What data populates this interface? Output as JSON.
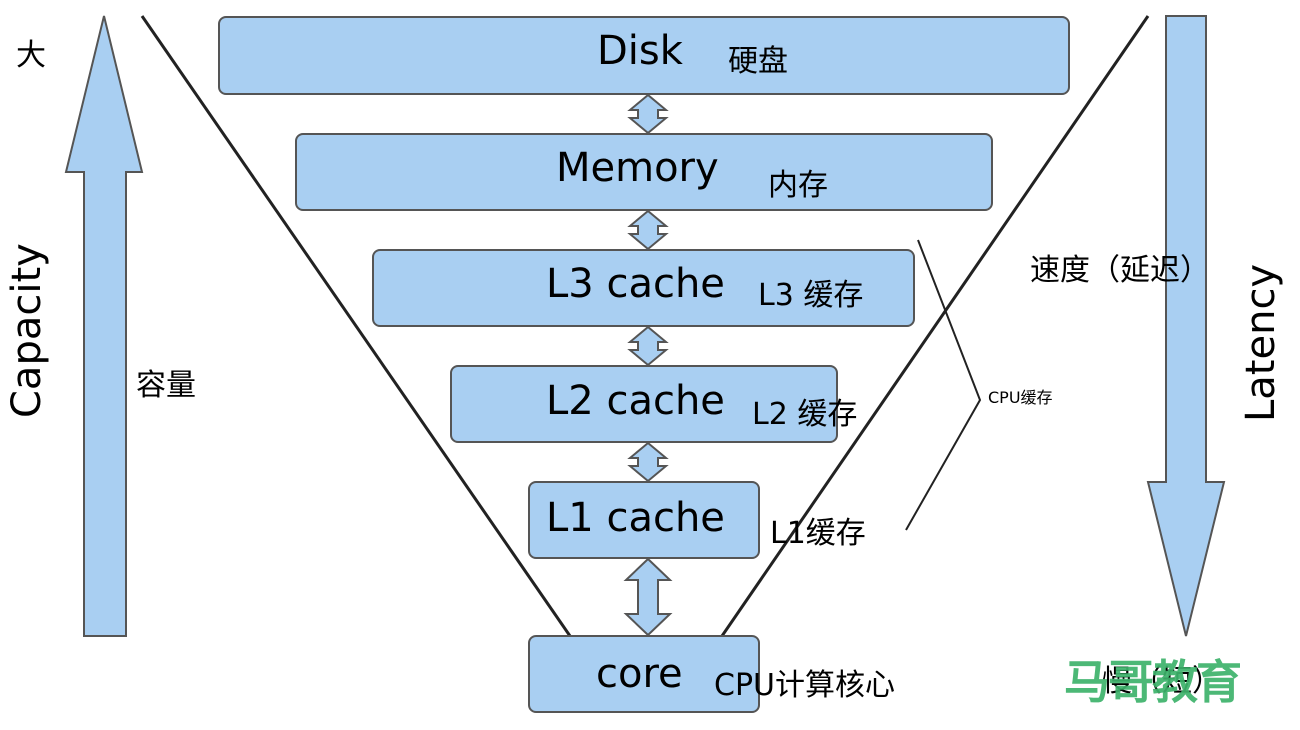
{
  "labels": {
    "big": "大",
    "capacity_en": "Capacity",
    "capacity_cn": "容量",
    "speed_cn": "速度（延迟）",
    "latency_en": "Latency",
    "cpu_cache": "CPU缓存",
    "slow_short": "慢（短）"
  },
  "levels": [
    {
      "en": "Disk",
      "cn": "硬盘"
    },
    {
      "en": "Memory",
      "cn": "内存"
    },
    {
      "en": "L3 cache",
      "cn": "L3 缓存"
    },
    {
      "en": "L2 cache",
      "cn": "L2 缓存"
    },
    {
      "en": "L1 cache",
      "cn": "L1缓存"
    },
    {
      "en": "core",
      "cn": "CPU计算核心"
    }
  ],
  "watermark": "马哥教育",
  "colors": {
    "box_fill": "#a9cff2",
    "box_stroke": "#555555",
    "watermark": "#3db26b"
  }
}
